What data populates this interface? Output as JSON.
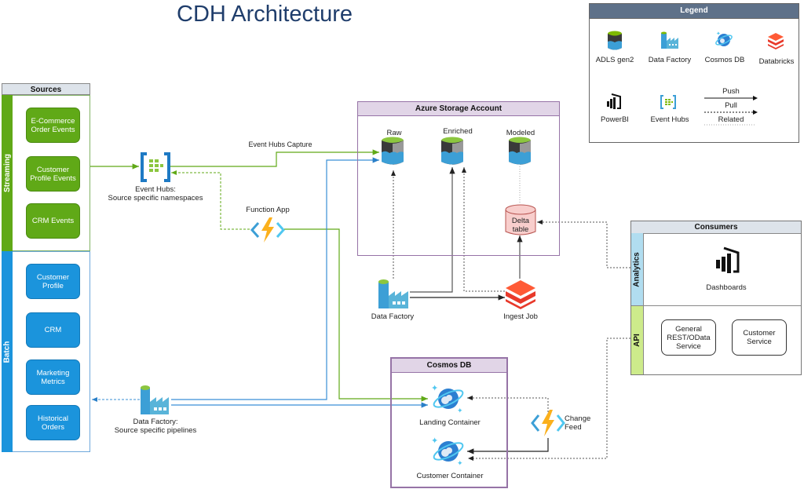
{
  "title": "CDH Architecture",
  "legend": {
    "header": "Legend",
    "icons": [
      {
        "icon": "adls-gen2-icon",
        "label": "ADLS gen2"
      },
      {
        "icon": "data-factory-icon",
        "label": "Data Factory"
      },
      {
        "icon": "cosmos-db-icon",
        "label": "Cosmos DB"
      },
      {
        "icon": "databricks-icon",
        "label": "Databricks"
      },
      {
        "icon": "powerbi-icon",
        "label": "PowerBI"
      },
      {
        "icon": "event-hubs-icon",
        "label": "Event Hubs"
      }
    ],
    "arrows": [
      {
        "style": "solid",
        "label": "Push"
      },
      {
        "style": "dashed",
        "label": "Pull"
      },
      {
        "style": "dotted",
        "label": "Related"
      }
    ]
  },
  "sources": {
    "header": "Sources",
    "streaming": {
      "label": "Streaming",
      "color": "#60a917",
      "items": [
        "E-Commerce Order Events",
        "Customer Profile Events",
        "CRM Events"
      ]
    },
    "batch": {
      "label": "Batch",
      "color": "#1b94dc",
      "items": [
        "Customer Profile",
        "CRM",
        "Marketing Metrics",
        "Historical Orders"
      ]
    }
  },
  "event_hubs": {
    "line1": "Event Hubs:",
    "line2": "Source specific namespaces"
  },
  "event_hubs_capture": "Event Hubs Capture",
  "function_app": "Function App",
  "storage": {
    "header": "Azure Storage Account",
    "layers": [
      "Raw",
      "Enriched",
      "Modeled"
    ],
    "delta_table": {
      "line1": "Delta",
      "line2": "table"
    }
  },
  "data_factory": "Data Factory",
  "ingest_job": "Ingest Job",
  "data_factory_pipelines": {
    "line1": "Data Factory:",
    "line2": "Source specific pipelines"
  },
  "cosmos": {
    "header": "Cosmos DB",
    "landing": "Landing Container",
    "customer": "Customer Container"
  },
  "change_feed": {
    "line1": "Change",
    "line2": "Feed"
  },
  "consumers": {
    "header": "Consumers",
    "analytics": {
      "label": "Analytics",
      "item": "Dashboards",
      "color": "#b1ddf0"
    },
    "api": {
      "label": "API",
      "color": "#cdeb8b",
      "services": [
        {
          "line1": "General",
          "line2": "REST/OData",
          "line3": "Service"
        },
        {
          "line1": "Customer",
          "line2": "Service"
        }
      ]
    }
  },
  "colors": {
    "streaming_line": "#60a917",
    "batch_line": "#3a8fd6",
    "header_bg": "#5e7189",
    "storage_border": "#9673a6",
    "title": "#1f3d6b"
  }
}
